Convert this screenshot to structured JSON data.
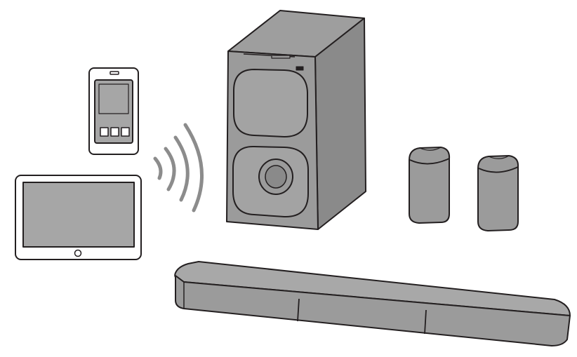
{
  "diagram": {
    "components": [
      {
        "name": "smartphone",
        "icon": "smartphone-icon"
      },
      {
        "name": "tablet",
        "icon": "tablet-icon"
      },
      {
        "name": "wireless-signal",
        "icon": "wireless-signal-icon"
      },
      {
        "name": "subwoofer",
        "icon": "subwoofer-icon"
      },
      {
        "name": "rear-speaker-left",
        "icon": "speaker-icon"
      },
      {
        "name": "rear-speaker-right",
        "icon": "speaker-icon"
      },
      {
        "name": "soundbar",
        "icon": "soundbar-icon"
      }
    ],
    "colors": {
      "device_fill": "#9b9b9b",
      "device_fill_light": "#b3b3b3",
      "device_fill_dark": "#8a8a8a",
      "outline": "#231f20",
      "signal": "#8c8c8c",
      "screen": "#ffffff"
    }
  }
}
